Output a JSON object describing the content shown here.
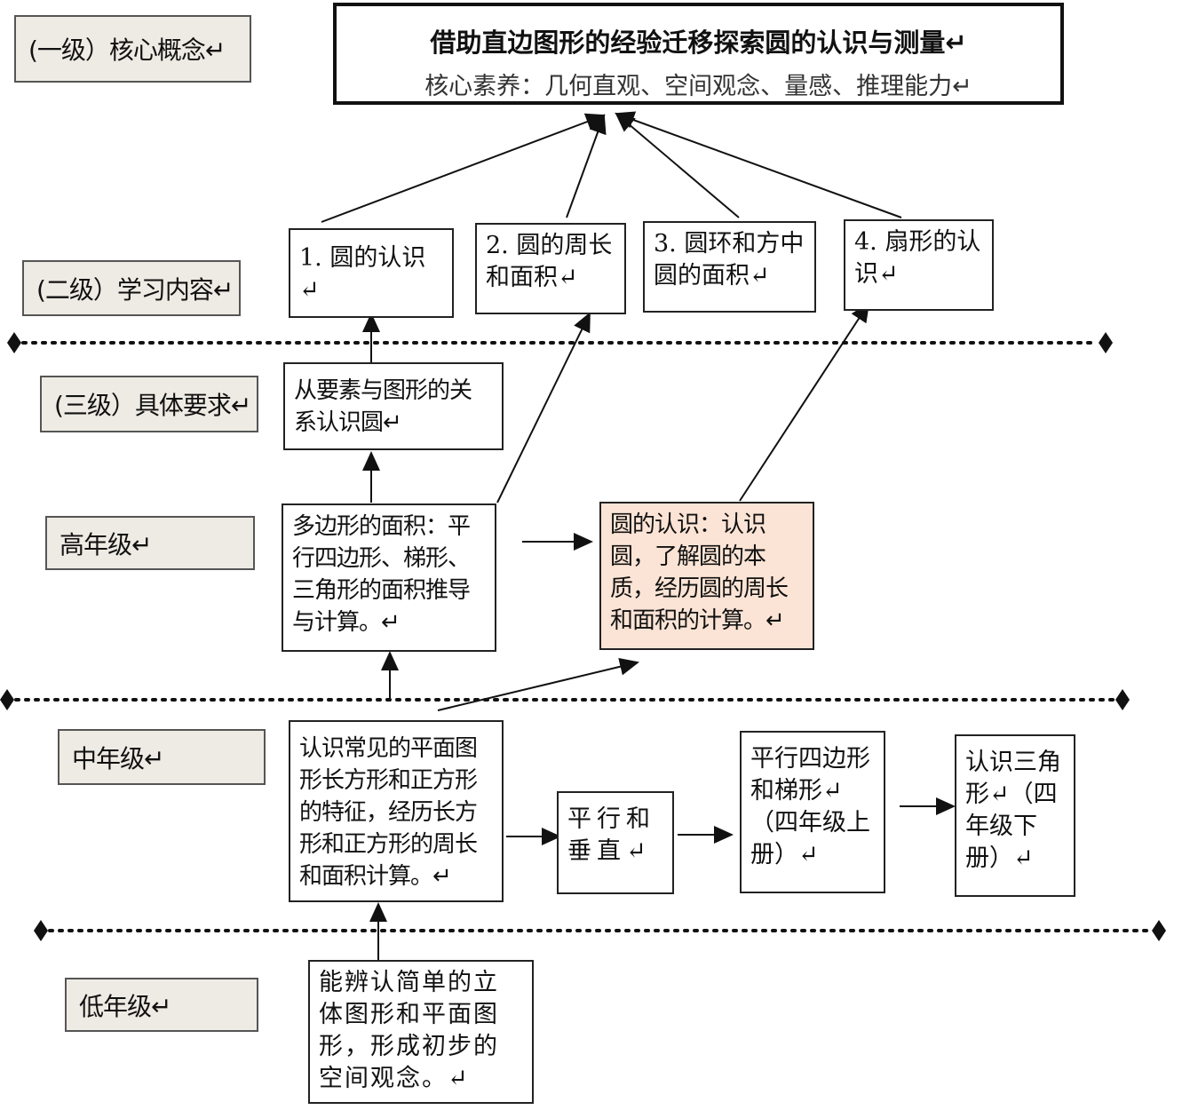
{
  "title": {
    "main": "借助直边图形的经验迁移探索圆的认识与测量↵",
    "sub": "核心素养：几何直观、空间观念、量感、推理能力↵"
  },
  "levels": {
    "l1": "(一级）核心概念↵",
    "l2": "(二级）学习内容↵",
    "l3": "(三级）具体要求↵",
    "high": "高年级↵",
    "mid": "中年级↵",
    "low": "低年级↵"
  },
  "content": [
    "1. 圆的认识↵",
    "2. 圆的周长和面积↵",
    "3. 圆环和方中圆的面积↵",
    "4. 扇形的认识↵"
  ],
  "requirement": "从要素与图形的关系认识圆↵",
  "high_grade": {
    "polygon": "多边形的面积：平行四边形、梯形、三角形的面积推导与计算。↵",
    "circle": "圆的认识：认识圆，了解圆的本质，经历圆的周长和面积的计算。↵"
  },
  "mid_grade": {
    "rect": "认识常见的平面图形长方形和正方形的特征，经历长方形和正方形的周长和面积计算。↵",
    "parallel": "平行和垂直↵",
    "parallelogram": "平行四边形和梯形↵（四年级上册）↵",
    "triangle": "认识三角形↵（四年级下册）↵"
  },
  "low_grade": {
    "shapes": "能辨认简单的立体图形和平面图形，形成初步的空间观念。↵"
  },
  "colors": {
    "highlight": "#fbe4d5",
    "label_bg": "#eeebe4"
  }
}
